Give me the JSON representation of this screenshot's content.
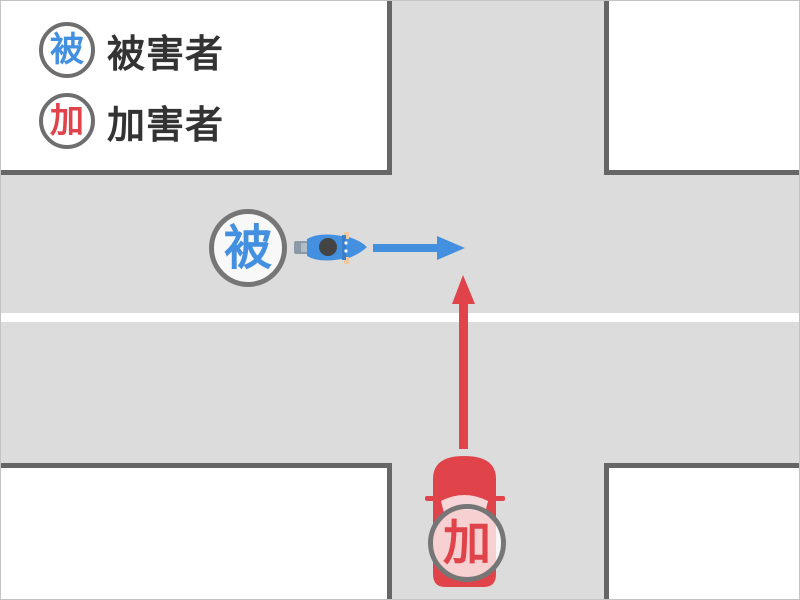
{
  "diagram": {
    "type": "traffic-accident-intersection",
    "colors": {
      "road": "#dcdcdc",
      "block": "#ffffff",
      "curb": "#666666",
      "center_line": "#ffffff",
      "victim": "#4390e0",
      "perpetrator": "#e0444a",
      "badge_border": "#767676"
    }
  },
  "legend": {
    "victim": {
      "badge": "被",
      "label": "被害者",
      "icon": "victim-badge"
    },
    "perpetrator": {
      "badge": "加",
      "label": "加害者",
      "icon": "perpetrator-badge"
    }
  },
  "actors": {
    "victim": {
      "badge": "被",
      "vehicle": "motorcycle-icon",
      "direction": "right",
      "arrow": "arrow-right"
    },
    "perpetrator": {
      "badge": "加",
      "vehicle": "car-icon",
      "direction": "up",
      "arrow": "arrow-up"
    }
  }
}
